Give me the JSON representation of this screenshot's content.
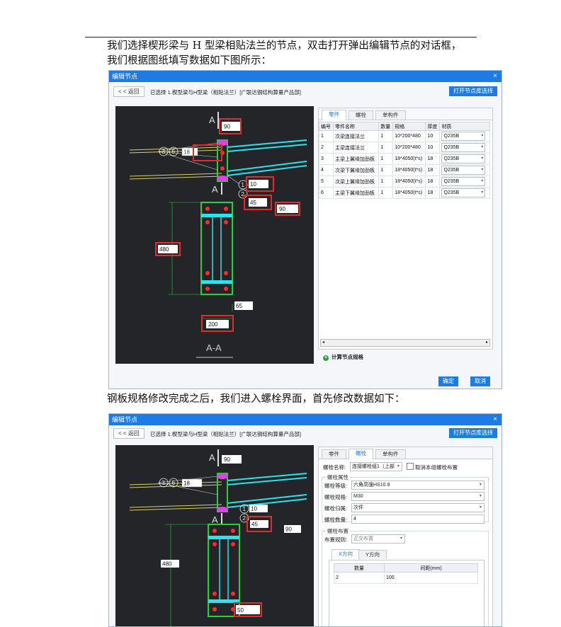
{
  "doc": {
    "para1_line1": "我们选择楔形梁与 H 型梁相贴法兰的节点，双击打开弹出编辑节点的对话框，",
    "para1_line2": "我们根据图纸填写数据如下图所示：",
    "para2": "钢板规格修改完成之后，我们进入螺栓界面，首先修改数据如下："
  },
  "dialog": {
    "title": "编辑节点",
    "close": "×",
    "back_button": "< < 返回",
    "breadcrumb": "已选择 1.楔型梁与H型梁（相贴法兰）[广联达钢结构算量产品部]",
    "open_lib_button": "打开节点库选择",
    "confirm_button": "确定",
    "cancel_button": "取消",
    "tabs": [
      "零件",
      "螺栓",
      "单构件"
    ]
  },
  "parts_table": {
    "headers": [
      "编号",
      "零件名称",
      "数量",
      "规格",
      "厚度",
      "材质"
    ],
    "rows": [
      [
        "1",
        "次梁连接法兰",
        "1",
        "10*200*480",
        "10",
        "Q235B"
      ],
      [
        "2",
        "主梁连接法兰",
        "1",
        "10*200*480",
        "10",
        "Q235B"
      ],
      [
        "3",
        "主梁上翼缘加劲板",
        "1",
        "18*4050(t*s)",
        "18",
        "Q235B"
      ],
      [
        "4",
        "次梁下翼缘加劲板",
        "1",
        "18*4050(t*s)",
        "18",
        "Q235B"
      ],
      [
        "5",
        "次梁上翼缘加劲板",
        "1",
        "18*4050(t*s)",
        "18",
        "Q235B"
      ],
      [
        "6",
        "主梁下翼缘加劲板",
        "1",
        "18*4050(t*s)",
        "18",
        "Q235B"
      ]
    ],
    "calc_label": "计算节点规格"
  },
  "drawing": {
    "section_top": "A",
    "section_mid": "A",
    "section_title": "A-A",
    "circle_3": "3",
    "circle_6": "6",
    "circle_1": "1",
    "circle_2": "2",
    "d1": {
      "v90a": "90",
      "v18": "18",
      "v10": "10",
      "v45": "45",
      "v90b": "90",
      "v480": "480",
      "v65": "65",
      "v200": "200"
    },
    "d2": {
      "v90a": "90",
      "v18": "18",
      "v10": "10",
      "v45": "45",
      "v90b": "90",
      "v480": "480",
      "v50": "50"
    }
  },
  "bolt_panel": {
    "name_label": "螺栓名称:",
    "name_value": "连接螺栓组1（上部",
    "cancel_layout_label": "取消本组螺栓布置",
    "attr_group": "螺栓属性",
    "grade_label": "螺栓等级:",
    "grade_value": "六角高强HS10.9",
    "spec_label": "螺栓规格:",
    "spec_value": "M30",
    "belong_label": "螺栓归属:",
    "belong_value": "次件",
    "count_label": "螺栓数量:",
    "count_value": "4",
    "layout_group": "螺栓布置",
    "rule_label": "布置规则:",
    "rule_value": "正交布置",
    "dir_tabs": [
      "X方向",
      "Y方向"
    ],
    "grid_headers": [
      "数量",
      "间距(mm)"
    ],
    "grid_row": [
      "2",
      "100"
    ]
  },
  "colors": {
    "accent": "#1e7be6",
    "cad_bg": "#232529",
    "green": "#22d33a",
    "cyan": "#29e3ee",
    "red_box": "#e32b2b",
    "magenta": "#e040e8"
  }
}
